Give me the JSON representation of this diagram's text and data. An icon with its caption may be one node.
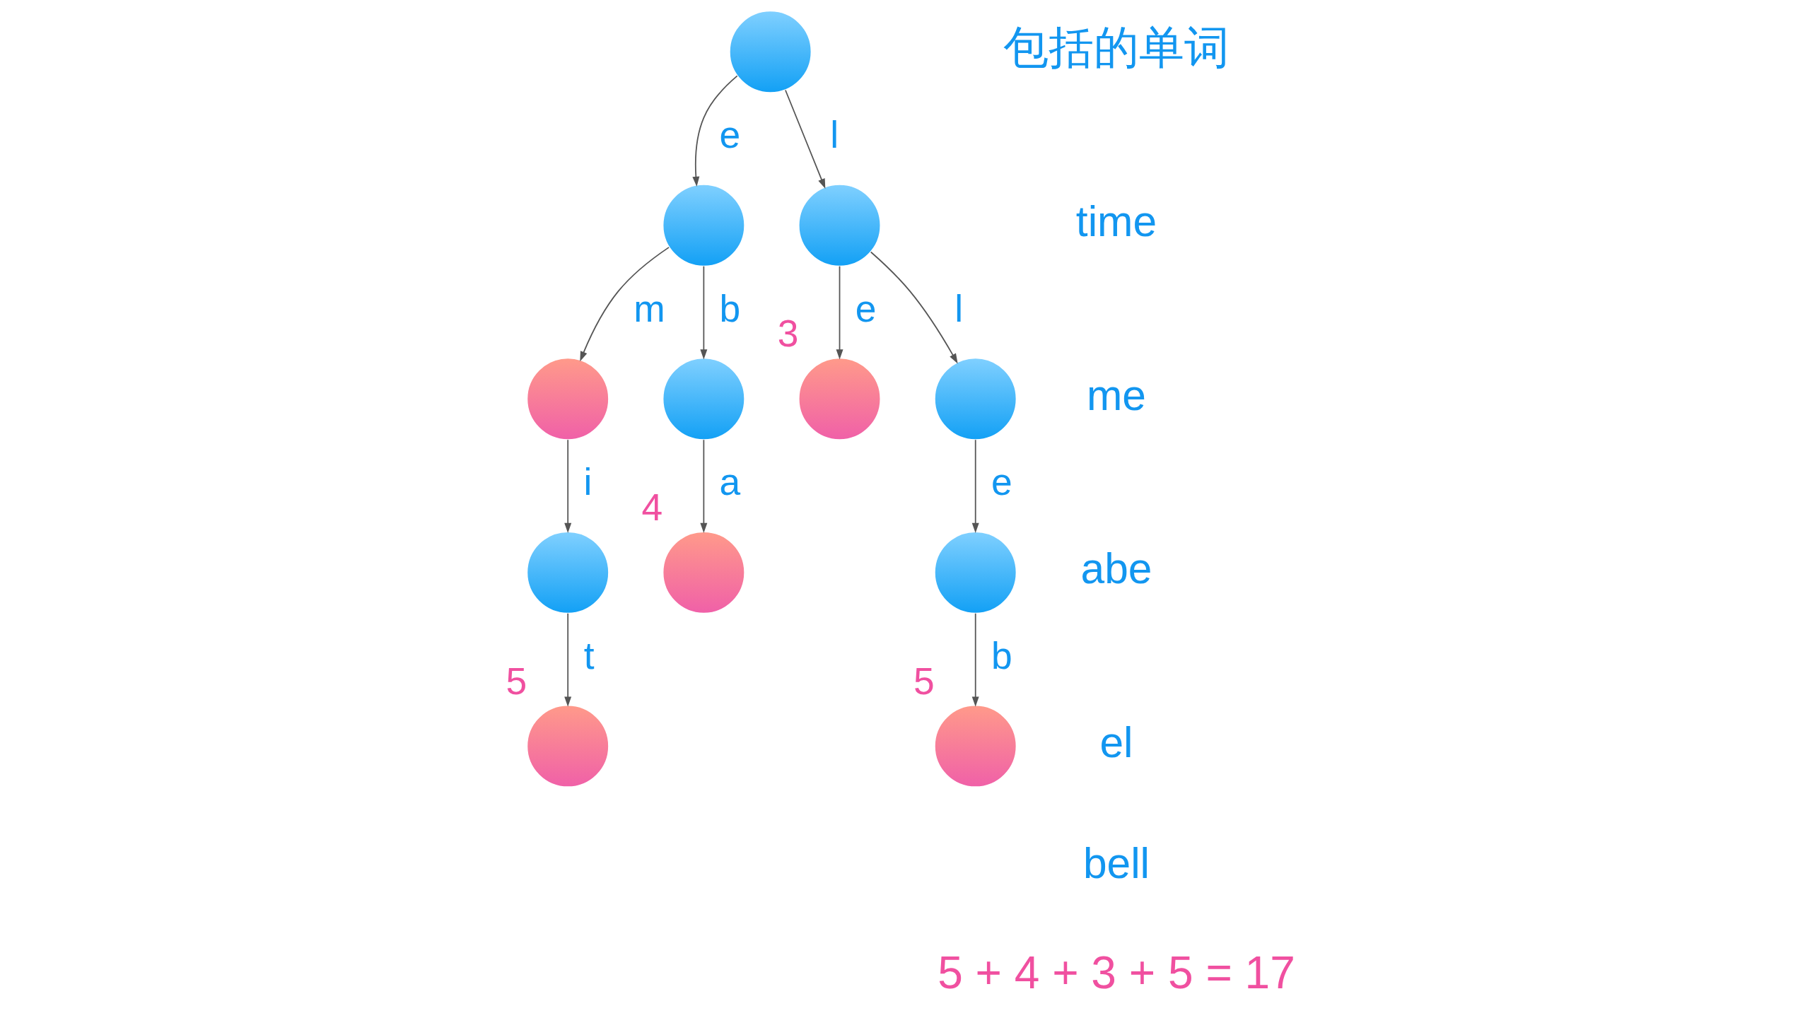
{
  "diagram": {
    "nodes": [
      {
        "text": [],
        "shape": "circle"
      },
      {
        "text": [],
        "shape": "circle"
      },
      {
        "text": [],
        "shape": "circle"
      },
      {
        "text": [],
        "shape": "circle"
      },
      {
        "text": [],
        "shape": "circle"
      },
      {
        "text": [],
        "shape": "circle",
        "beside": [
          "3"
        ]
      },
      {
        "text": [],
        "shape": "circle"
      },
      {
        "text": [],
        "shape": "circle"
      },
      {
        "text": [],
        "shape": "circle",
        "beside": [
          "4"
        ]
      },
      {
        "text": [],
        "shape": "circle"
      },
      {
        "text": [],
        "shape": "circle",
        "beside": [
          "5"
        ]
      },
      {
        "text": [],
        "shape": "circle",
        "beside": [
          "5"
        ]
      }
    ],
    "edges": [
      {
        "from": 0,
        "to": 1,
        "arrow": "to",
        "label": "e"
      },
      {
        "from": 0,
        "to": 2,
        "arrow": "to",
        "label": "l"
      },
      {
        "from": 1,
        "to": 3,
        "arrow": "to",
        "label": "m"
      },
      {
        "from": 1,
        "to": 4,
        "arrow": "to",
        "label": "b"
      },
      {
        "from": 2,
        "to": 5,
        "arrow": "to",
        "label": "e"
      },
      {
        "from": 2,
        "to": 6,
        "arrow": "to",
        "label": "l"
      },
      {
        "from": 3,
        "to": 7,
        "arrow": "to",
        "label": "i"
      },
      {
        "from": 4,
        "to": 8,
        "arrow": "to",
        "label": "a"
      },
      {
        "from": 6,
        "to": 9,
        "arrow": "to",
        "label": "e"
      },
      {
        "from": 7,
        "to": 10,
        "arrow": "to",
        "label": "t"
      },
      {
        "from": 9,
        "to": 11,
        "arrow": "to",
        "label": "b"
      }
    ],
    "labels": [
      "包括的单词",
      "time",
      "me",
      "abe",
      "el",
      "bell",
      "5 + 4 + 3 + 5 = 17"
    ]
  }
}
